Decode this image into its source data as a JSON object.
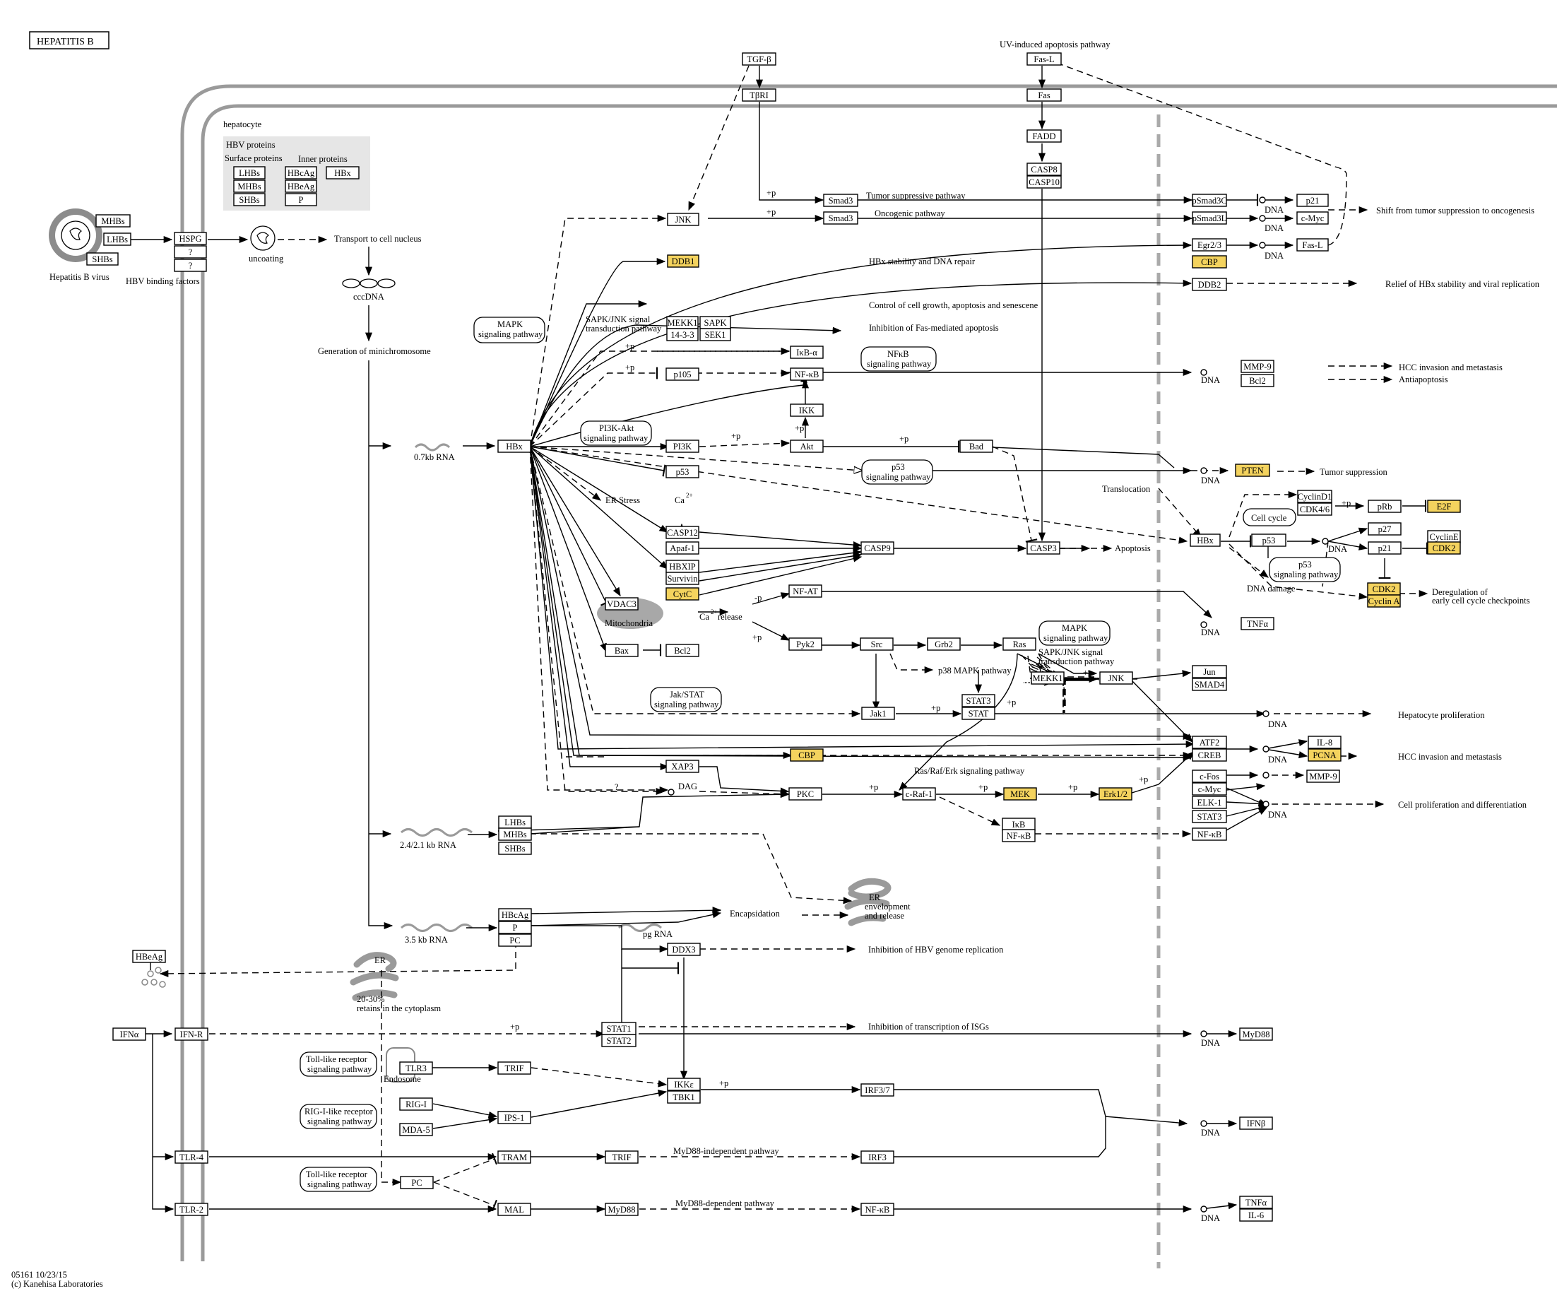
{
  "title": "HEPATITIS B",
  "footer": {
    "id_date": "05161 10/23/15",
    "copyright": "(c) Kanehisa Laboratories"
  },
  "colors": {
    "highlight": "#f4d35e",
    "membrane": "#9a9a9a",
    "hbv_panel": "#e6e6e6",
    "line": "#000000"
  },
  "labels": {
    "hepatocyte": "hepatocyte",
    "hbv_proteins": "HBV proteins",
    "surface_proteins": "Surface proteins",
    "inner_proteins": "Inner proteins",
    "hepatitis_b_virus": "Hepatitis B virus",
    "hbv_binding_factors": "HBV binding factors",
    "uncoating": "uncoating",
    "transport_nucleus": "Transport to cell  nucleus",
    "cccdna": "cccDNA",
    "gen_minichromosome": "Generation of minichromosome",
    "rna07": "0.7kb RNA",
    "rna24": "2.4/2.1 kb RNA",
    "rna35": "3.5 kb RNA",
    "pgrna": "pg RNA",
    "encapsidation": "Encapsidation",
    "er_envelopment": "ER",
    "er_envelopment2": "envelopment",
    "er_envelopment3": "and release",
    "er": "ER",
    "retains1": "20-30%",
    "retains2": "retains in the cytoplasm",
    "uv_apoptosis": "UV-induced apoptosis pathway",
    "tumor_suppressive": "Tumor suppressive pathway",
    "oncogenic": "Oncogenic pathway",
    "shift": "Shift from tumor suppression to oncogenesis",
    "hbx_stability": "HBx stability and DNA repair",
    "relief": "Relief of HBx stability and viral replication",
    "control_growth": "Control of cell growth, apoptosis and  senescene",
    "inhibition_fas": "Inhibition of Fas-mediated apoptosis",
    "sapk_jnk1": "SAPK/JNK signal",
    "sapk_jnk2": "transduction pathway",
    "hcc1": "HCC invasion and metastasis",
    "antiapoptosis": "Antiapoptosis",
    "tumor_suppression": "Tumor suppression",
    "translocation": "Translocation",
    "er_stress": "ER Stress",
    "apoptosis": "Apoptosis",
    "mitochondria": "Mitochondria",
    "release": "release",
    "dna_damage": "DNA damage",
    "dereg1": "Deregulation of",
    "dereg2": "early cell cycle checkpoints",
    "p38": "p38 MAPK pathway",
    "sapk_jnk_b1": "SAPK/JNK signal",
    "sapk_jnk_b2": "transduction pathway",
    "hep_prolif": "Hepatocyte proliferation",
    "hcc2": "HCC invasion and metastasis",
    "ras_raf": "Ras/Raf/Erk signaling pathway",
    "cell_prolif": "Cell proliferation and differentiation",
    "dag": "DAG",
    "inhib_hbv": "Inhibition of HBV genome replication",
    "inhib_isg": "Inhibition of transcription of ISGs",
    "endosome": "Endosome",
    "myd88_indep": "MyD88-independent pathway",
    "myd88_dep": "MyD88-dependent pathway",
    "dna": "DNA",
    "plus_p": "+p",
    "minus_p": "-p",
    "q": "?"
  },
  "pathway_refs": {
    "mapk1": [
      "MAPK",
      "signaling pathway"
    ],
    "nfkb": [
      "NFκB",
      "signaling pathway"
    ],
    "pi3k": [
      "PI3K-Akt",
      "signaling pathway"
    ],
    "p53": [
      "p53",
      "signaling pathway"
    ],
    "cellcycle": [
      "Cell cycle"
    ],
    "p53b": [
      "p53",
      "signaling pathway"
    ],
    "mapk2": [
      "MAPK",
      "signaling pathway"
    ],
    "jakstat": [
      "Jak/STAT",
      "signaling pathway"
    ],
    "tlr1": [
      "Toll-like receptor",
      "signaling pathway"
    ],
    "rig": [
      "RIG-I-like receptor",
      "signaling pathway"
    ],
    "tlr2": [
      "Toll-like receptor",
      "signaling pathway"
    ]
  },
  "nodes": {
    "MHBs_v": "MHBs",
    "LHBs_v": "LHBs",
    "SHBs_v": "SHBs",
    "HSPG": "HSPG",
    "q1": "?",
    "q2": "?",
    "p_LHBs": "LHBs",
    "p_MHBs": "MHBs",
    "p_SHBs": "SHBs",
    "p_HBcAg": "HBcAg",
    "p_HBeAg": "HBeAg",
    "p_P": "P",
    "p_HBx": "HBx",
    "TGFb": "TGF-β",
    "TbRI": "TβRI",
    "FasL_top": "Fas-L",
    "Fas": "Fas",
    "FADD": "FADD",
    "CASP8": "CASP8",
    "CASP10": "CASP10",
    "Smad3a": "Smad3",
    "Smad3b": "Smad3",
    "JNK1": "JNK",
    "pSmad3C": "pSmad3C",
    "pSmad3L": "pSmad3L",
    "p21a": "p21",
    "cMyc1": "c-Myc",
    "Egr23": "Egr2/3",
    "CBP1": "CBP",
    "FasL2": "Fas-L",
    "DDB2": "DDB2",
    "DDB1": "DDB1",
    "MEKK1a": "MEKK1",
    "SAPK": "SAPK",
    "s1433": "14-3-3",
    "SEK1": "SEK1",
    "IkBa": "IκB-α",
    "p105": "p105",
    "NFkB1": "NF-κB",
    "IKK": "IKK",
    "MMP9a": "MMP-9",
    "Bcl2a": "Bcl2",
    "PI3K": "PI3K",
    "Akt": "Akt",
    "Bad": "Bad",
    "p53a": "p53",
    "PTEN": "PTEN",
    "HBx": "HBx",
    "CASP12": "CASP12",
    "Apaf1": "Apaf-1",
    "HBXIP": "HBXIP",
    "Survivin": "Survivin",
    "CytC": "CytC",
    "VDAC3": "VDAC3",
    "CASP9": "CASP9",
    "CASP3": "CASP3",
    "Bax": "Bax",
    "Bcl2b": "Bcl2",
    "NFAT": "NF-AT",
    "TNFa1": "TNFα",
    "HBx2": "HBx",
    "p53b": "p53",
    "CyclinD1": "CyclinD1",
    "CDK46": "CDK4/6",
    "pRb": "pRb",
    "E2F": "E2F",
    "p27": "p27",
    "p21b": "p21",
    "CyclinE": "CyclinE",
    "CDK2a": "CDK2",
    "CDK2b": "CDK2",
    "CyclinA": "Cyclin A",
    "Pyk2": "Pyk2",
    "Src": "Src",
    "Grb2": "Grb2",
    "Ras": "Ras",
    "MEKK1b": "MEKK1",
    "JNK2": "JNK",
    "Jun": "Jun",
    "SMAD4": "SMAD4",
    "STAT3a": "STAT3",
    "STATa": "STAT",
    "Jak1": "Jak1",
    "ATF2": "ATF2",
    "CREB": "CREB",
    "IL8": "IL-8",
    "PCNA": "PCNA",
    "CBP2": "CBP",
    "XAP3": "XAP3",
    "PKC": "PKC",
    "cRaf1": "c-Raf-1",
    "MEK": "MEK",
    "Erk12": "Erk1/2",
    "cFos": "c-Fos",
    "cMyc2": "c-Myc",
    "ELK1": "ELK-1",
    "STAT3b": "STAT3",
    "MMP9b": "MMP-9",
    "IkB2": "IκB",
    "NFkB2": "NF-κB",
    "NFkB3": "NF-κB",
    "s_LHBs": "LHBs",
    "s_MHBs": "MHBs",
    "s_SHBs": "SHBs",
    "s_HBcAg": "HBcAg",
    "s_P": "P",
    "s_PC": "PC",
    "DDX3": "DDX3",
    "HBeAg": "HBeAg",
    "IFNa": "IFNα",
    "IFNR": "IFN-R",
    "STAT1": "STAT1",
    "STAT2": "STAT2",
    "MyD88a": "MyD88",
    "TLR3": "TLR3",
    "TRIF1": "TRIF",
    "IKKe": "IKKε",
    "TBK1": "TBK1",
    "IRF37": "IRF3/7",
    "RIGI": "RIG-I",
    "MDA5": "MDA-5",
    "IPS1": "IPS-1",
    "IFNb": "IFNβ",
    "TLR4": "TLR-4",
    "TRAM": "TRAM",
    "TRIF2": "TRIF",
    "IRF3": "IRF3",
    "PC": "PC",
    "TLR2": "TLR-2",
    "MAL": "MAL",
    "MyD88b": "MyD88",
    "NFkB4": "NF-κB",
    "TNFa2": "TNFα",
    "IL6": "IL-6"
  }
}
